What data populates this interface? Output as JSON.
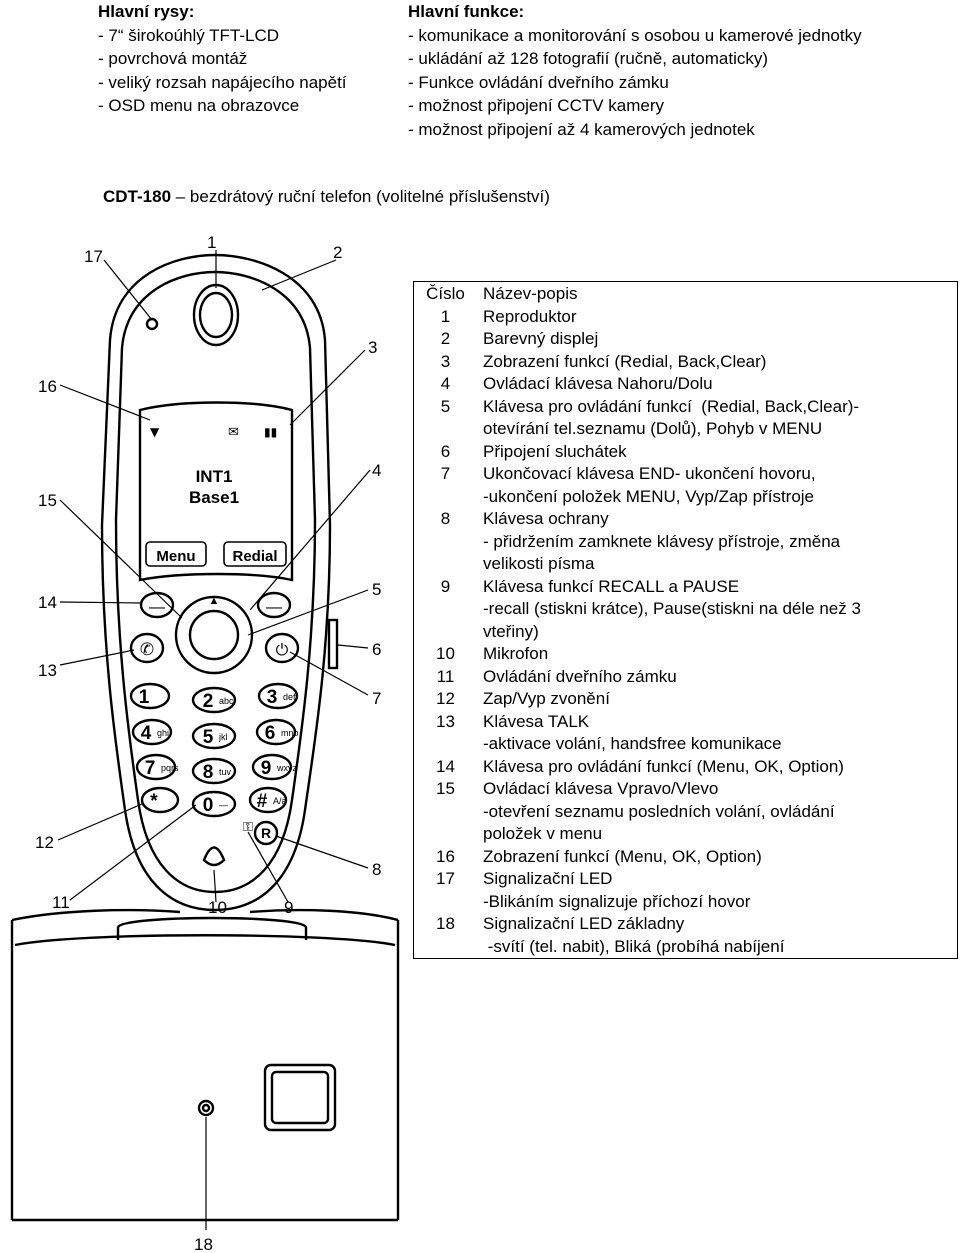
{
  "features_left": {
    "title": "Hlavní rysy:",
    "items": [
      "- 7“ širokoúhlý TFT-LCD",
      "- povrchová montáž",
      "- veliký rozsah napájecího napětí",
      "- OSD menu na obrazovce"
    ]
  },
  "features_right": {
    "title": "Hlavní funkce:",
    "items": [
      "- komunikace a monitorování s osobou u kamerové jednotky",
      "- ukládání až 128 fotografií (ručně, automaticky)",
      "- Funkce ovládání dveřního zámku",
      "- možnost připojení CCTV kamery",
      "- možnost připojení až 4 kamerových jednotek"
    ]
  },
  "subtitle": {
    "model": "CDT-180",
    "rest": " – bezdrátový ruční telefon (volitelné příslušenství)"
  },
  "phone_screen": {
    "line1": "INT1",
    "line2": "Base1",
    "softkey_left": "Menu",
    "softkey_right": "Redial"
  },
  "keypad": [
    {
      "digit": "1",
      "letters": ""
    },
    {
      "digit": "2",
      "letters": "abc"
    },
    {
      "digit": "3",
      "letters": "def"
    },
    {
      "digit": "4",
      "letters": "ghi"
    },
    {
      "digit": "5",
      "letters": "jkl"
    },
    {
      "digit": "6",
      "letters": "mno"
    },
    {
      "digit": "7",
      "letters": "pqrs"
    },
    {
      "digit": "8",
      "letters": "tuv"
    },
    {
      "digit": "9",
      "letters": "wxyz"
    },
    {
      "digit": "*",
      "letters": ""
    },
    {
      "digit": "0",
      "letters": "—"
    },
    {
      "digit": "#",
      "letters": "A/a"
    }
  ],
  "r_key": "R",
  "callouts": [
    "17",
    "1",
    "2",
    "3",
    "16",
    "4",
    "15",
    "14",
    "5",
    "13",
    "6",
    "7",
    "12",
    "8",
    "11",
    "10",
    "9",
    "18"
  ],
  "table": {
    "header": [
      "Číslo",
      "Název-popis"
    ],
    "rows": [
      {
        "num": "1",
        "lines": [
          "Reproduktor"
        ]
      },
      {
        "num": "2",
        "lines": [
          "Barevný displej"
        ]
      },
      {
        "num": "3",
        "lines": [
          "Zobrazení funkcí (Redial, Back,Clear)"
        ]
      },
      {
        "num": "4",
        "lines": [
          "Ovládací klávesa Nahoru/Dolu"
        ]
      },
      {
        "num": "5",
        "lines": [
          "Klávesa pro ovládání funkcí  (Redial, Back,Clear)-",
          "otevírání tel.seznamu (Dolů), Pohyb v MENU"
        ]
      },
      {
        "num": "6",
        "lines": [
          "Připojení sluchátek"
        ]
      },
      {
        "num": "7",
        "lines": [
          "Ukončovací klávesa END- ukončení hovoru,",
          "-ukončení položek MENU, Vyp/Zap přístroje"
        ]
      },
      {
        "num": "8",
        "lines": [
          "Klávesa ochrany",
          "- přidržením zamknete klávesy přístroje, změna",
          "velikosti písma"
        ]
      },
      {
        "num": "9",
        "lines": [
          "Klávesa funkcí RECALL a PAUSE",
          "-recall (stiskni krátce), Pause(stiskni na déle než 3",
          "vteřiny)"
        ]
      },
      {
        "num": "10",
        "lines": [
          "Mikrofon"
        ]
      },
      {
        "num": "11",
        "lines": [
          "Ovládání dveřního zámku"
        ]
      },
      {
        "num": "12",
        "lines": [
          "Zap/Vyp zvonění"
        ]
      },
      {
        "num": "13",
        "lines": [
          "Klávesa TALK",
          "-aktivace volání, handsfree komunikace"
        ]
      },
      {
        "num": "14",
        "lines": [
          "Klávesa pro ovládání funkcí (Menu, OK, Option)"
        ]
      },
      {
        "num": "15",
        "lines": [
          "Ovládací klávesa Vpravo/Vlevo",
          "-otevření seznamu posledních volání, ovládání",
          "položek v menu"
        ]
      },
      {
        "num": "16",
        "lines": [
          "Zobrazení funkcí (Menu, OK, Option)"
        ]
      },
      {
        "num": "17",
        "lines": [
          "Signalizační LED",
          "-Blikáním signalizuje příchozí hovor"
        ]
      },
      {
        "num": "18",
        "lines": [
          "Signalizační LED základny",
          " -svítí (tel. nabit), Bliká (probíhá nabíjení"
        ]
      }
    ]
  }
}
